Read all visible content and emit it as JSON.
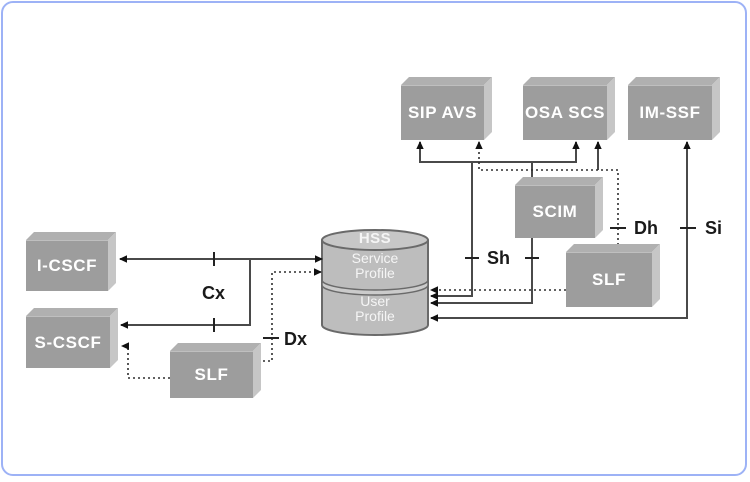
{
  "diagram": {
    "nodes": {
      "sip_avs": "SIP AVS",
      "osa_scs": "OSA SCS",
      "im_ssf": "IM-SSF",
      "scim": "SCIM",
      "slf_top": "SLF",
      "i_cscf": "I-CSCF",
      "s_cscf": "S-CSCF",
      "slf_bottom": "SLF"
    },
    "hss": {
      "title": "HSS",
      "upper_label": "Service Profile",
      "lower_label": "User Profile"
    },
    "interfaces": {
      "cx": "Cx",
      "dx": "Dx",
      "sh": "Sh",
      "dh": "Dh",
      "si": "Si"
    },
    "colors": {
      "box_front": "#9d9d9d",
      "box_top": "#b0b0b0",
      "box_side": "#c6c6c6",
      "cyl_fill": "#bdbdbd",
      "cyl_top": "#c7c7c7",
      "cyl_stroke": "#6a6a6a",
      "line": "#4a4a4a",
      "dotted": "#2f2f2f",
      "arrow": "#111111",
      "frame": "#9db2f6"
    }
  }
}
